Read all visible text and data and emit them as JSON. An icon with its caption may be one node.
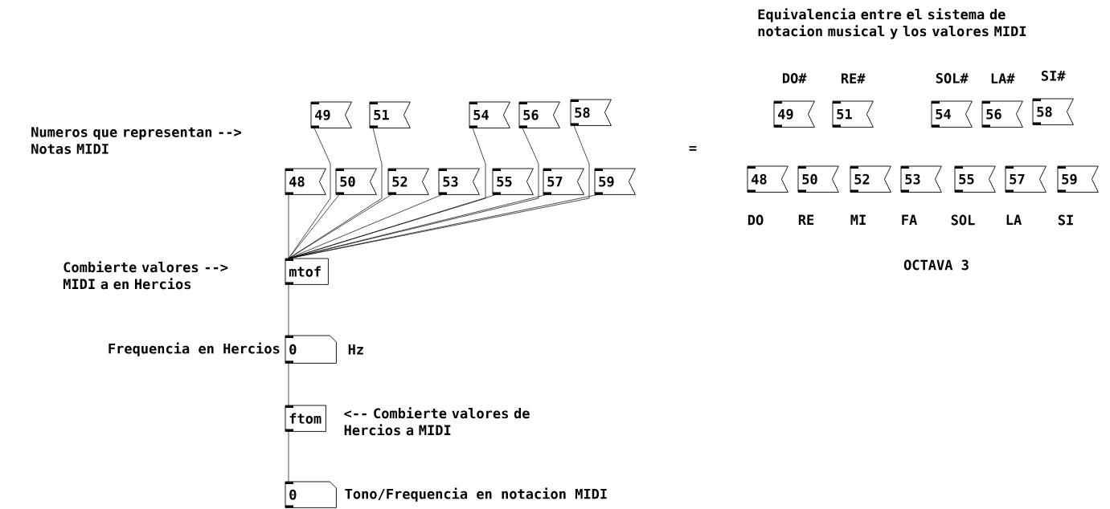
{
  "diagram": {
    "title": "Equivalencia entre el sistema de notacion musical y los valores MIDI",
    "nodes": [
      {
        "text": [
          "49"
        ]
      },
      {
        "text": [
          "51"
        ]
      },
      {
        "text": [
          "54"
        ]
      },
      {
        "text": [
          "56"
        ]
      },
      {
        "text": [
          "58"
        ]
      },
      {
        "text": [
          "48"
        ]
      },
      {
        "text": [
          "50"
        ]
      },
      {
        "text": [
          "52"
        ]
      },
      {
        "text": [
          "53"
        ]
      },
      {
        "text": [
          "55"
        ]
      },
      {
        "text": [
          "57"
        ]
      },
      {
        "text": [
          "59"
        ]
      },
      {
        "text": [
          "mtof"
        ]
      },
      {
        "text": [
          "0"
        ],
        "beside": [
          "Frequencia en Hercios",
          "Hz"
        ]
      },
      {
        "text": [
          "ftom"
        ],
        "beside": [
          "<-- Combierte valores de Hercios a MIDI"
        ]
      },
      {
        "text": [
          "0"
        ],
        "beside": [
          "Tono/Frequencia en notacion MIDI"
        ]
      },
      {
        "text": [
          "49"
        ],
        "beside": [
          "DO#"
        ]
      },
      {
        "text": [
          "51"
        ],
        "beside": [
          "RE#"
        ]
      },
      {
        "text": [
          "54"
        ],
        "beside": [
          "SOL#"
        ]
      },
      {
        "text": [
          "56"
        ],
        "beside": [
          "LA#"
        ]
      },
      {
        "text": [
          "58"
        ],
        "beside": [
          "SI#"
        ]
      },
      {
        "text": [
          "48"
        ],
        "beside": [
          "DO"
        ]
      },
      {
        "text": [
          "50"
        ],
        "beside": [
          "RE"
        ]
      },
      {
        "text": [
          "52"
        ],
        "beside": [
          "MI"
        ]
      },
      {
        "text": [
          "53"
        ],
        "beside": [
          "FA"
        ]
      },
      {
        "text": [
          "55"
        ],
        "beside": [
          "SOL"
        ]
      },
      {
        "text": [
          "57"
        ],
        "beside": [
          "LA"
        ]
      },
      {
        "text": [
          "59"
        ],
        "beside": [
          "SI"
        ]
      }
    ],
    "edges": [
      {
        "from": 0,
        "to": 12,
        "arrow": "none"
      },
      {
        "from": 1,
        "to": 12,
        "arrow": "none"
      },
      {
        "from": 2,
        "to": 12,
        "arrow": "none"
      },
      {
        "from": 3,
        "to": 12,
        "arrow": "none"
      },
      {
        "from": 4,
        "to": 12,
        "arrow": "none"
      },
      {
        "from": 5,
        "to": 12,
        "arrow": "none"
      },
      {
        "from": 6,
        "to": 12,
        "arrow": "none"
      },
      {
        "from": 7,
        "to": 12,
        "arrow": "none"
      },
      {
        "from": 8,
        "to": 12,
        "arrow": "none"
      },
      {
        "from": 9,
        "to": 12,
        "arrow": "none"
      },
      {
        "from": 10,
        "to": 12,
        "arrow": "none"
      },
      {
        "from": 11,
        "to": 12,
        "arrow": "none"
      },
      {
        "from": 12,
        "to": 13,
        "arrow": "none"
      },
      {
        "from": 13,
        "to": 14,
        "arrow": "none"
      },
      {
        "from": 14,
        "to": 15,
        "arrow": "none"
      }
    ],
    "labels": [
      "Numeros que representan --> Notas MIDI",
      "Combierte valores --> MIDI a en Hercios",
      "=",
      "OCTAVA 3"
    ]
  }
}
